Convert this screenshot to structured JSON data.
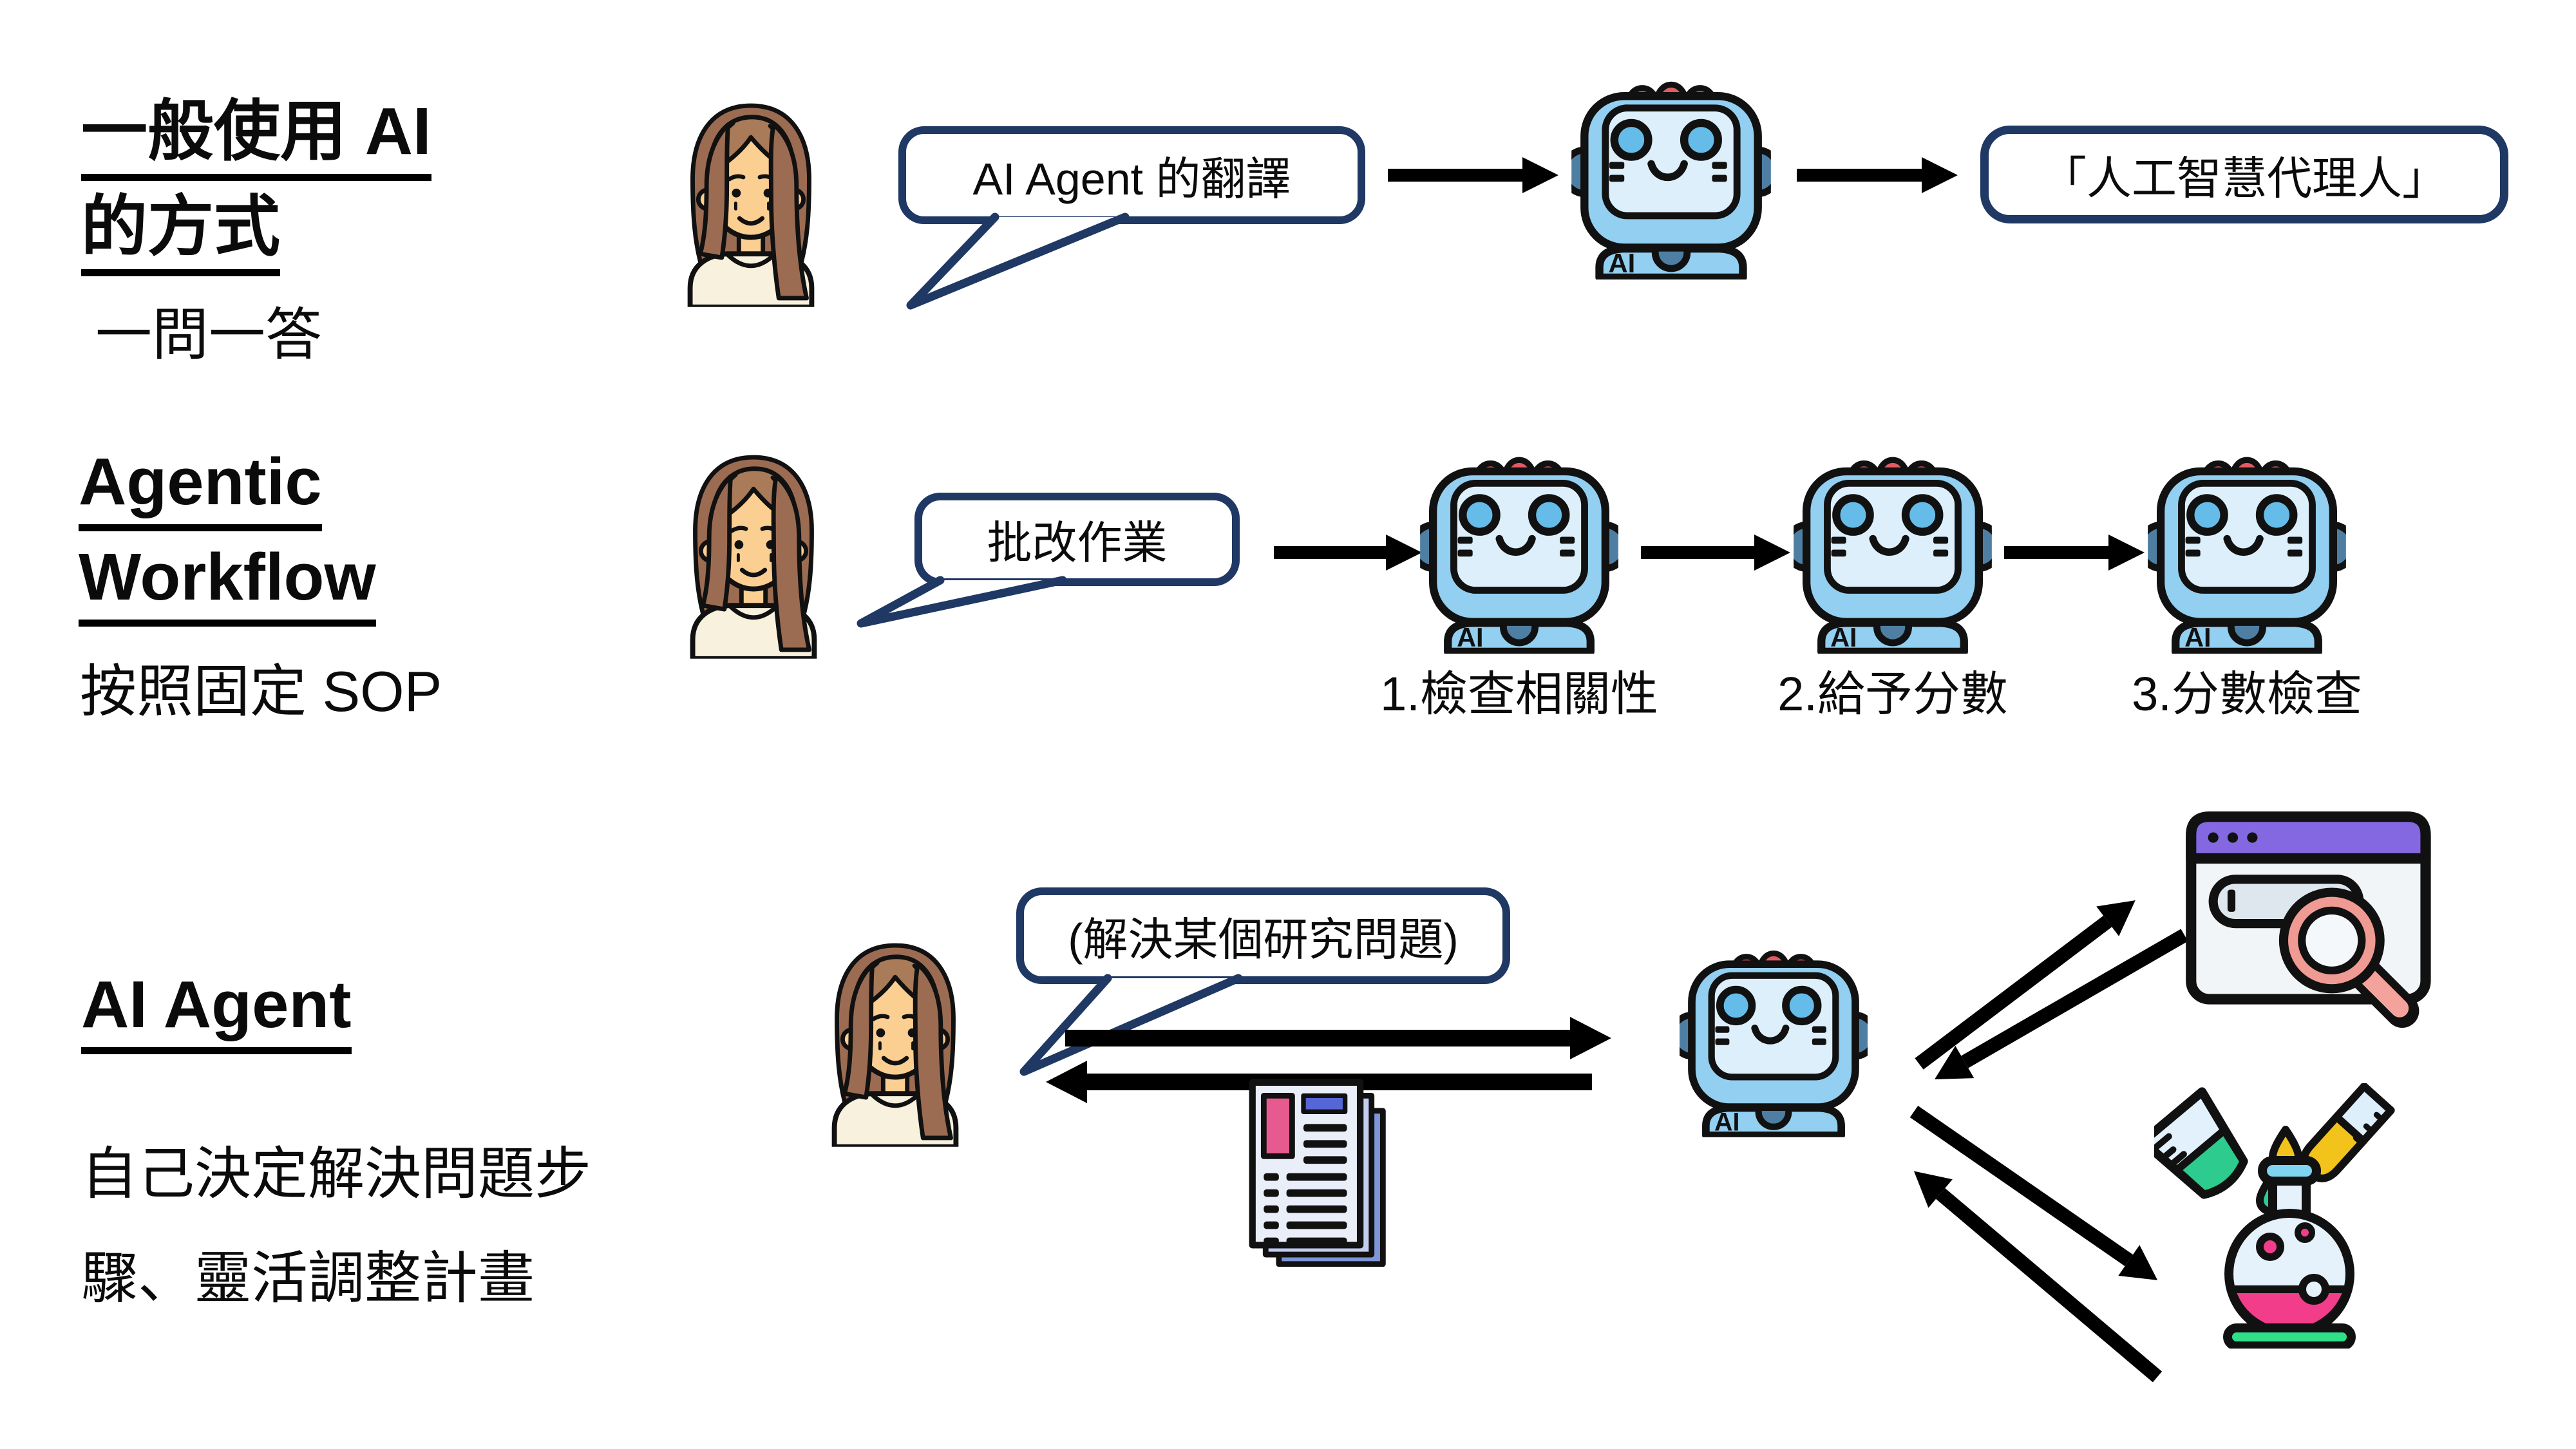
{
  "colors": {
    "navy": "#1F3864",
    "ink": "#111111",
    "robot_body": "#92CFF0",
    "robot_screen": "#DCEFFA",
    "robot_eye": "#66BCE8",
    "robot_dark": "#4E7FA3",
    "spike": "#E25B63",
    "hair": "#9C6C52",
    "hair_hi": "#A97B59",
    "skin": "#FBCE92",
    "shirt": "#F8F1DE",
    "doc_page": "#E9EEF9",
    "doc_pink": "#E75A8F",
    "doc_blue": "#5666D6",
    "browser_bar": "#8468E2",
    "magnifier": "#F09A94",
    "green": "#2DCB8E",
    "yellow": "#F2C31B",
    "flask_pink": "#F23D8A",
    "base_green": "#2EE08A"
  },
  "sections": {
    "usual": {
      "title_line1": "一般使用 AI",
      "title_line2": "的方式",
      "subtitle": "一問一答"
    },
    "workflow": {
      "title_line1": "Agentic",
      "title_line2": "Workflow",
      "subtitle": "按照固定 SOP"
    },
    "agent": {
      "title": "AI Agent",
      "subtitle_line1": "自己決定解決問題步",
      "subtitle_line2": "驟、靈活調整計畫"
    }
  },
  "row1": {
    "bubble": "AI Agent 的翻譯",
    "result": "「人工智慧代理人」"
  },
  "row2": {
    "bubble": "批改作業",
    "steps": [
      "1.檢查相關性",
      "2.給予分數",
      "3.分數檢查"
    ]
  },
  "row3": {
    "bubble": "(解決某個研究問題)"
  },
  "robot": {
    "label": "AI"
  },
  "icons": {
    "user": "woman-avatar",
    "assistant": "robot-ai",
    "web_search": "browser-search-window",
    "experiment": "chemistry-lab",
    "report": "document-stack"
  }
}
